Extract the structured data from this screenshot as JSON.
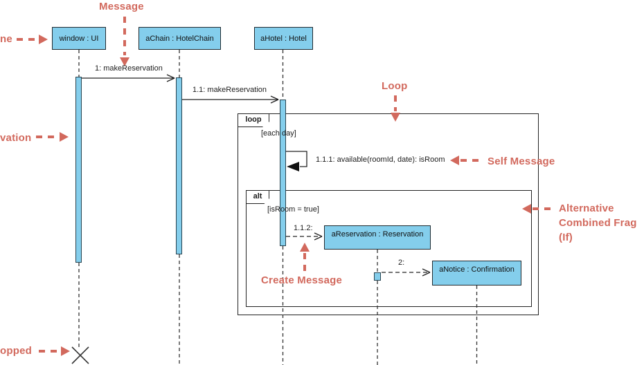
{
  "diagram_type": "uml-sequence-diagram",
  "colors": {
    "node_fill": "#84CEEC",
    "node_border": "#1f2a30",
    "line": "#222222",
    "annotation_accent": "#D2695D"
  },
  "lifelines": [
    {
      "label": "window : UI"
    },
    {
      "label": "aChain : HotelChain"
    },
    {
      "label": "aHotel : Hotel"
    },
    {
      "label": "aReservation : Reservation"
    },
    {
      "label": "aNotice : Confirmation"
    }
  ],
  "messages": {
    "msg1": "1: makeReservation",
    "msg2": "1.1: makeReservation",
    "self_msg": "1.1.1: available(roomId, date): isRoom",
    "create1": "1.1.2:",
    "create2": "2:"
  },
  "fragments": {
    "loop_operator": "loop",
    "loop_guard": "[each day]",
    "alt_operator": "alt",
    "alt_guard": "[isRoom = true]"
  },
  "annotations": {
    "message": "Message",
    "lifeline_partial": "ne",
    "activation_partial": "vation",
    "loop": "Loop",
    "self_message": "Self Message",
    "alt_frag_line1": "Alternative",
    "alt_frag_line2": "Combined Frag",
    "alt_frag_line3": "(If)",
    "create_message": "Create Message",
    "stopped_partial": "opped"
  }
}
